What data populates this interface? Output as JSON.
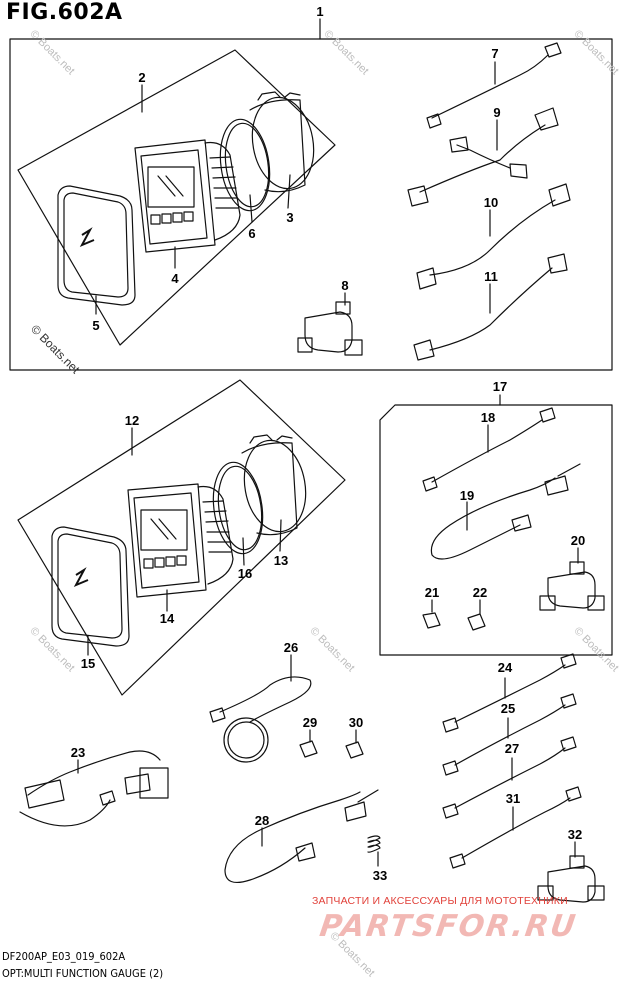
{
  "figure_title": "FIG.602A",
  "footer": {
    "code": "DF200AP_E03_019_602A",
    "caption": "OPT:MULTI FUNCTION GAUGE (2)"
  },
  "watermark": "© Boats.net",
  "parts_store": {
    "tagline": "ЗАПЧАСТИ И АКСЕССУАРЫ ДЛЯ МОТОТЕХНИКИ",
    "brand": "PARTSFOR.RU"
  },
  "callouts": [
    "1",
    "2",
    "3",
    "4",
    "5",
    "6",
    "7",
    "8",
    "9",
    "10",
    "11",
    "12",
    "13",
    "14",
    "15",
    "16",
    "17",
    "18",
    "19",
    "20",
    "21",
    "22",
    "23",
    "24",
    "25",
    "26",
    "27",
    "28",
    "29",
    "30",
    "31",
    "32",
    "33"
  ],
  "logo_text": "SUZUKI"
}
